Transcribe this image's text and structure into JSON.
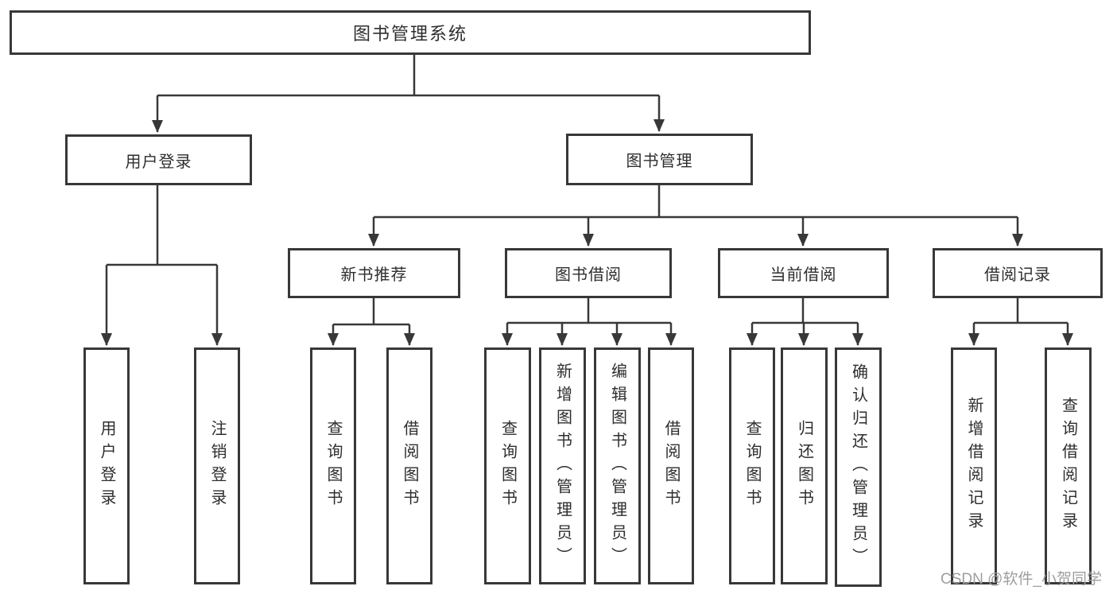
{
  "tree": {
    "label": "图书管理系统",
    "children": [
      {
        "label": "用户登录",
        "children": [
          {
            "label": "用户登录"
          },
          {
            "label": "注销登录"
          }
        ]
      },
      {
        "label": "图书管理",
        "children": [
          {
            "label": "新书推荐",
            "children": [
              {
                "label": "查询图书"
              },
              {
                "label": "借阅图书"
              }
            ]
          },
          {
            "label": "图书借阅",
            "children": [
              {
                "label": "查询图书"
              },
              {
                "label": "新增图书（管理员）"
              },
              {
                "label": "编辑图书（管理员）"
              },
              {
                "label": "借阅图书"
              }
            ]
          },
          {
            "label": "当前借阅",
            "children": [
              {
                "label": "查询图书"
              },
              {
                "label": "归还图书"
              },
              {
                "label": "确认归还（管理员）"
              }
            ]
          },
          {
            "label": "借阅记录",
            "children": [
              {
                "label": "新增借阅记录"
              },
              {
                "label": "查询借阅记录"
              }
            ]
          }
        ]
      }
    ]
  },
  "watermark": {
    "text": "CSDN @软件_小贺同学"
  },
  "colors": {
    "line": "#383838",
    "box_border": "#383838",
    "text": "#2e2e2e",
    "background": "#ffffff",
    "watermark": "#9e9e9e"
  }
}
